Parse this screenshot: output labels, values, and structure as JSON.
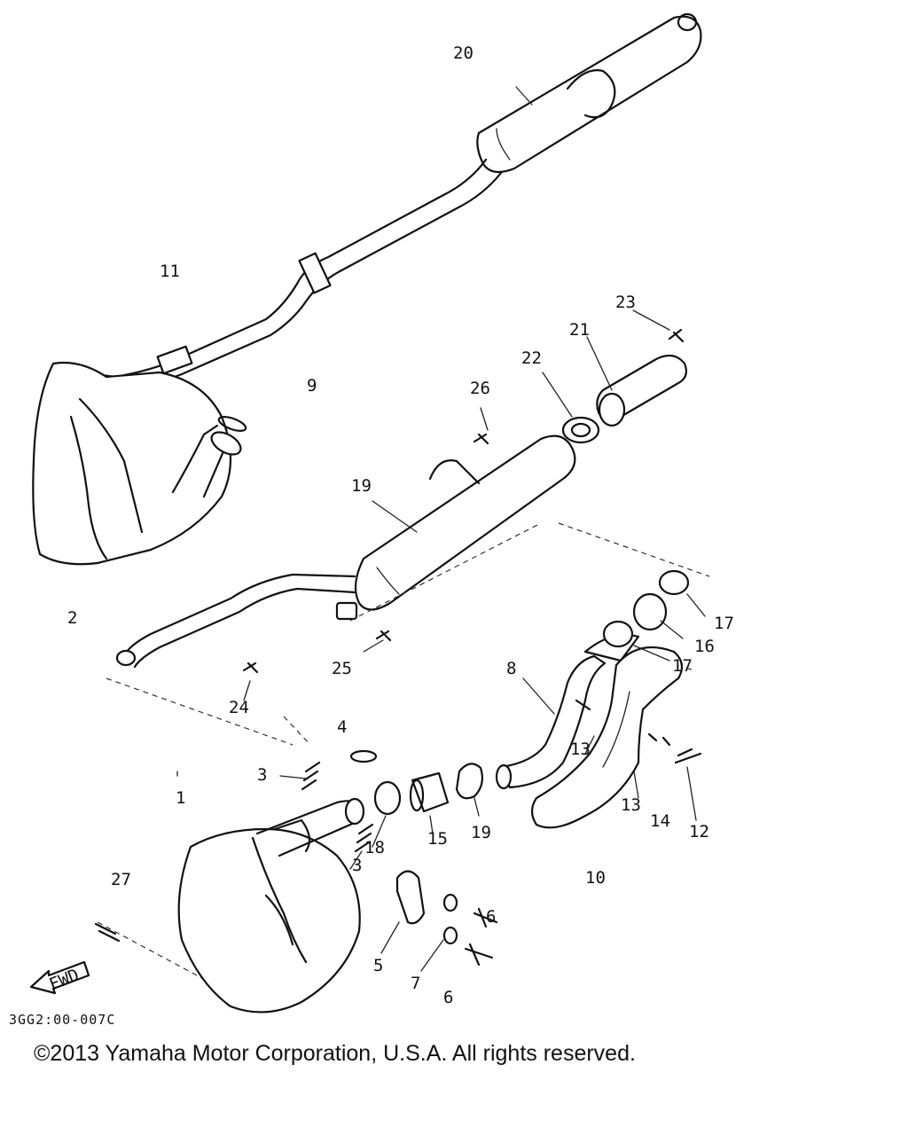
{
  "diagram": {
    "drawing_code": "3GG2:00-007C",
    "copyright": "©2013 Yamaha Motor Corporation, U.S.A. All rights reserved.",
    "fwd_label": "FWD",
    "part_labels": {
      "p1": "1",
      "p2": "2",
      "p3a": "3",
      "p3b": "3",
      "p4": "4",
      "p5": "5",
      "p6a": "6",
      "p6b": "6",
      "p7": "7",
      "p8": "8",
      "p9": "9",
      "p10": "10",
      "p11": "11",
      "p12": "12",
      "p13a": "13",
      "p13b": "13",
      "p14": "14",
      "p15": "15",
      "p16": "16",
      "p17a": "17",
      "p17b": "17",
      "p18": "18",
      "p19a": "19",
      "p19b": "19",
      "p20": "20",
      "p21": "21",
      "p22": "22",
      "p23": "23",
      "p24": "24",
      "p25": "25",
      "p26": "26",
      "p27": "27"
    }
  }
}
